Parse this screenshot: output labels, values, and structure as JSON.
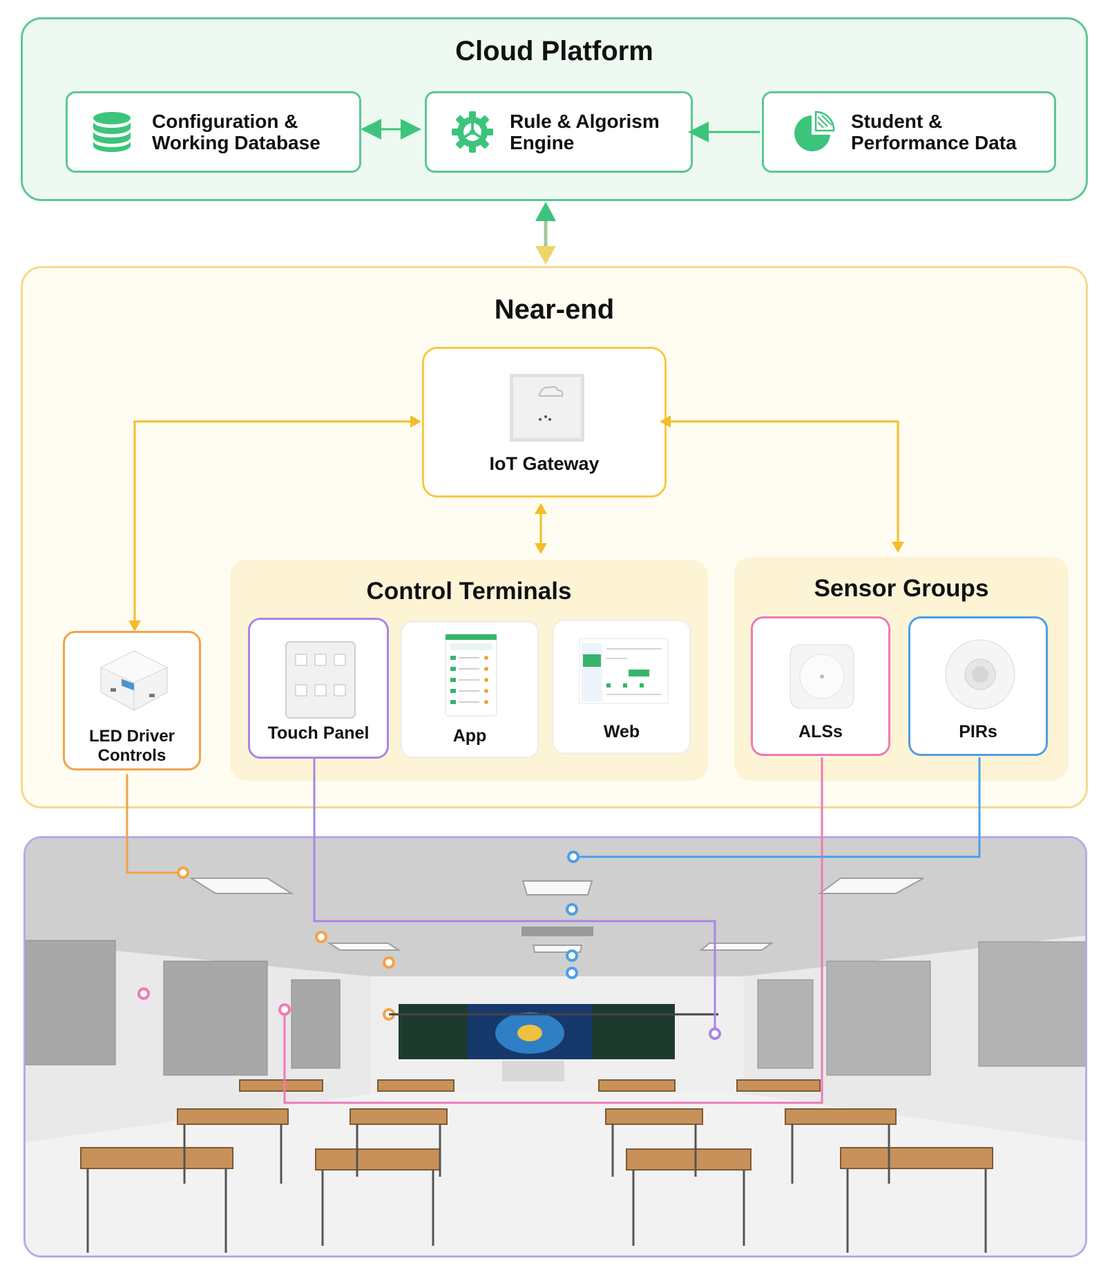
{
  "cloud": {
    "title": "Cloud Platform",
    "config_db": "Configuration &\nWorking Database",
    "rule_engine": "Rule & Algorism\nEngine",
    "student_data": "Student &\nPerformance Data"
  },
  "near_end": {
    "title": "Near-end",
    "gateway": "IoT Gateway",
    "led_driver": "LED Driver\nControls",
    "control_terminals": {
      "title": "Control Terminals",
      "touch_panel": "Touch Panel",
      "app": "App",
      "web": "Web"
    },
    "sensor_groups": {
      "title": "Sensor Groups",
      "als": "ALSs",
      "pir": "PIRs"
    }
  },
  "colors": {
    "cloud_green": "#5dc792",
    "near_yellow": "#f6c944",
    "led_orange": "#f3a347",
    "touch_purple": "#a985e6",
    "als_pink": "#ef79b6",
    "pir_blue": "#4d9ee8"
  }
}
